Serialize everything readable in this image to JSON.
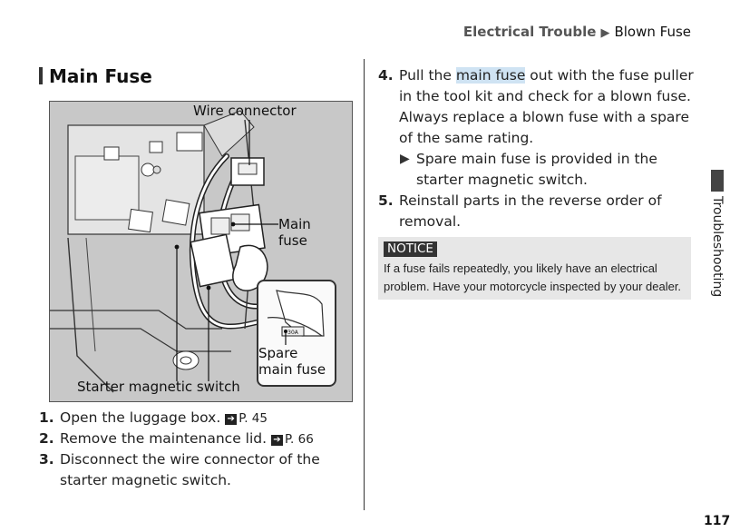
{
  "header": {
    "section": "Electrical Trouble",
    "arrow": "▶",
    "current": "Blown Fuse"
  },
  "title": "Main Fuse",
  "figure": {
    "label_wire_connector": "Wire connector",
    "label_main_fuse_1": "Main",
    "label_main_fuse_2": "fuse",
    "label_spare_1": "Spare",
    "label_spare_2": "main fuse",
    "label_starter": "Starter magnetic switch",
    "inset_code": "30A"
  },
  "steps_left": [
    {
      "num": "1.",
      "text": "Open the luggage box.",
      "ref_icon": "➔",
      "ref": "P. 45"
    },
    {
      "num": "2.",
      "text": "Remove the maintenance lid.",
      "ref_icon": "➔",
      "ref": "P. 66"
    },
    {
      "num": "3.",
      "line1": "Disconnect the wire connector of the",
      "line2": "starter magnetic switch."
    }
  ],
  "steps_right": [
    {
      "num": "4.",
      "line1_pre": "Pull the ",
      "line1_hl": "main fuse",
      "line1_post": " out with the fuse puller",
      "line2": "in the tool kit and check for a blown fuse.",
      "line3": "Always replace a blown fuse with a spare",
      "line4": "of the same rating.",
      "sub_marker": "▶",
      "sub_line1": "Spare main fuse is provided in the",
      "sub_line2": "starter magnetic switch."
    },
    {
      "num": "5.",
      "line1": "Reinstall parts in the reverse order of",
      "line2": "removal."
    }
  ],
  "notice": {
    "badge": "NOTICE",
    "text": "If a fuse fails repeatedly, you likely have an electrical problem. Have your motorcycle inspected by your dealer."
  },
  "side_tab": "Troubleshooting",
  "page_number": "117"
}
